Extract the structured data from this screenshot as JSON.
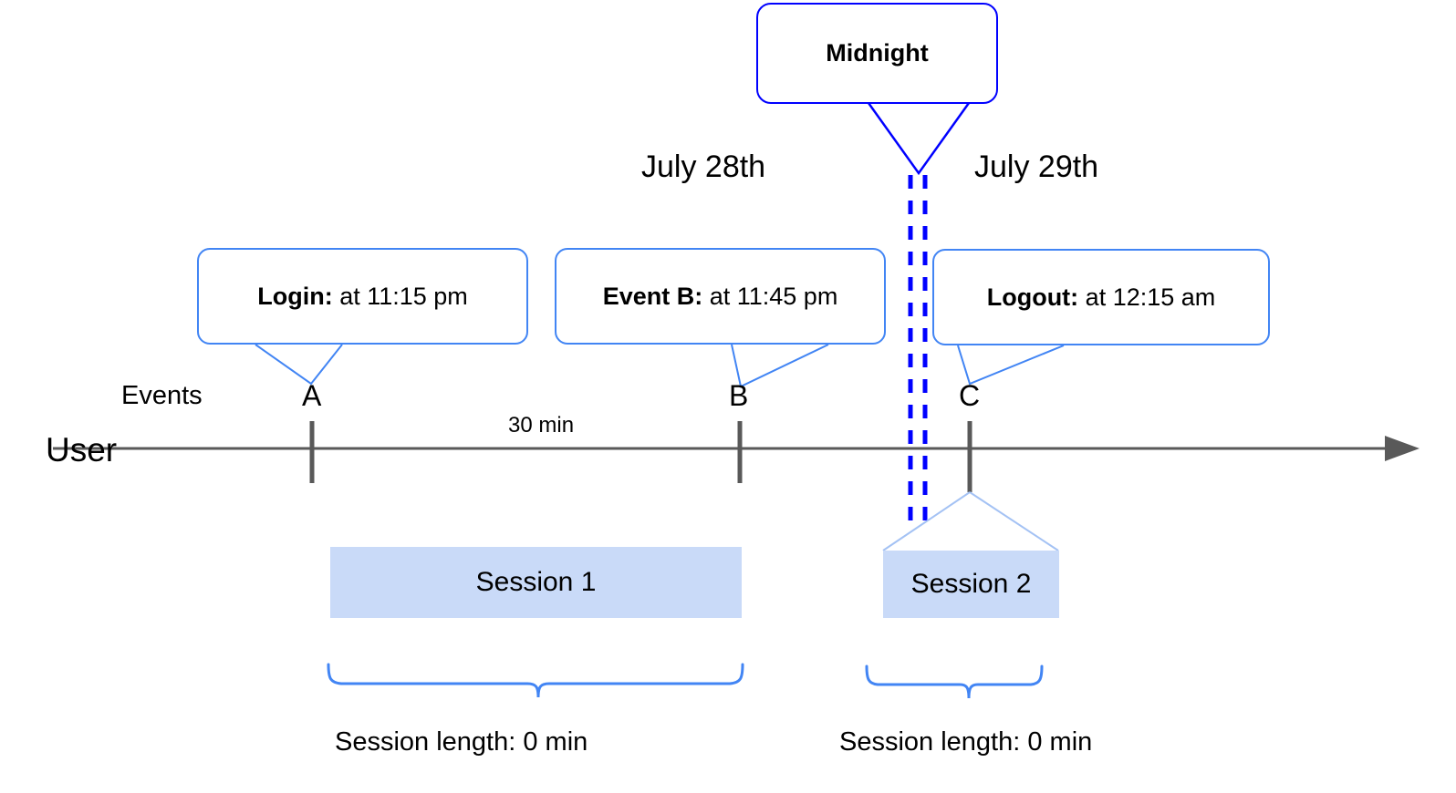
{
  "diagram": {
    "title_callout": {
      "label": "Midnight",
      "bold": true,
      "border_color": "#0000FF"
    },
    "dates": [
      {
        "label": "July 28th"
      },
      {
        "label": "July 29th"
      }
    ],
    "event_callouts": [
      {
        "bold_part": "Login:",
        "rest_part": " at 11:15 pm",
        "border_color": "#4285F4"
      },
      {
        "bold_part": "Event B:",
        "rest_part": " at 11:45 pm",
        "border_color": "#4285F4"
      },
      {
        "bold_part": "Logout:",
        "rest_part": " at 12:15 am",
        "border_color": "#4285F4"
      }
    ],
    "axis": {
      "row_label": "User",
      "events_label": "Events",
      "line_color": "#595959",
      "tick_color": "#595959",
      "points": [
        {
          "label": "A"
        },
        {
          "label": "B"
        },
        {
          "label": "C"
        }
      ],
      "duration_label": "30 min"
    },
    "sessions": [
      {
        "label": "Session 1",
        "fill": "#C9DAF8",
        "length_label": "Session length: 0 min"
      },
      {
        "label": "Session 2",
        "fill": "#C9DAF8",
        "length_label": "Session length: 0 min"
      }
    ],
    "midnight_marker": {
      "color": "#0000FF",
      "style": "double-dashed-vertical"
    }
  }
}
